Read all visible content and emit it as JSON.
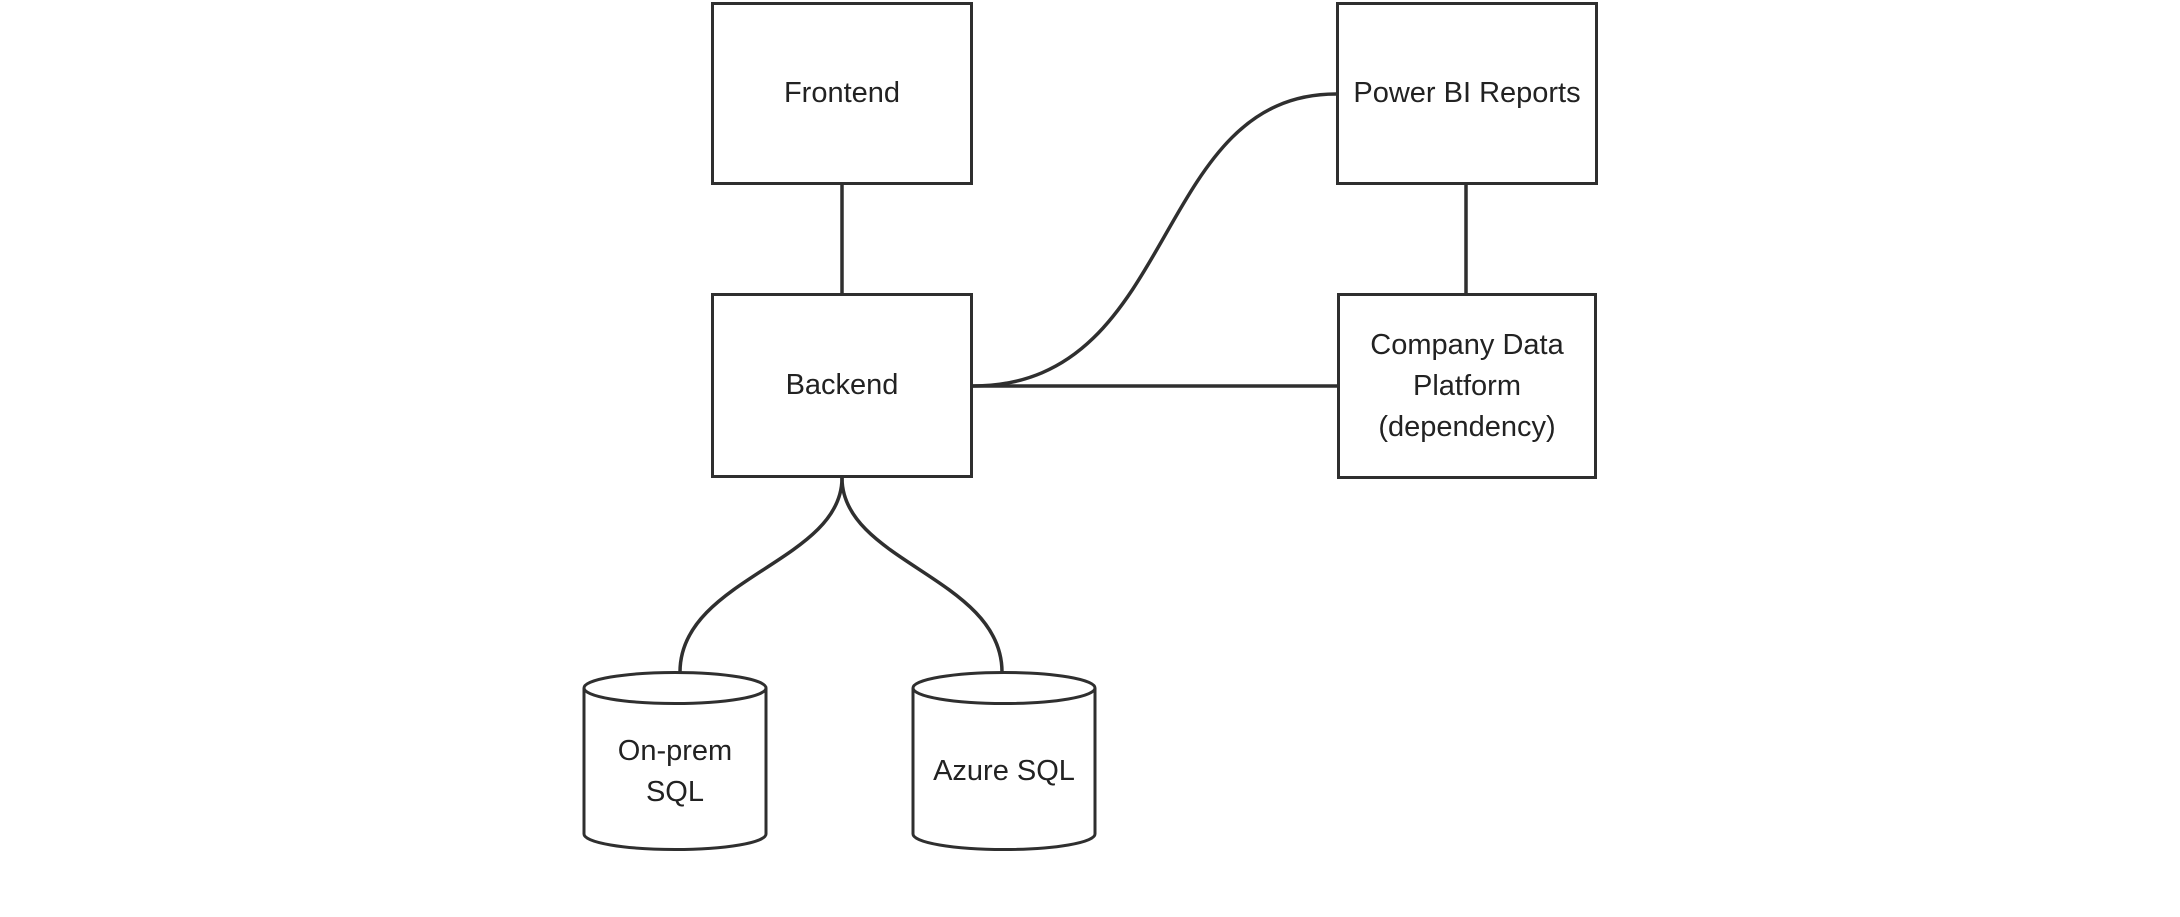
{
  "colors": {
    "background": "#ffffff",
    "stroke": "#2f2f2f",
    "text": "#222222",
    "node_fill": "#ffffff"
  },
  "nodes": {
    "frontend": {
      "label": "Frontend",
      "shape": "rectangle"
    },
    "backend": {
      "label": "Backend",
      "shape": "rectangle"
    },
    "power_bi": {
      "label": "Power BI Reports",
      "shape": "rectangle"
    },
    "cdp": {
      "line1": "Company Data",
      "line2": "Platform",
      "line3": "(dependency)",
      "shape": "rectangle"
    },
    "onprem": {
      "line1": "On-prem",
      "line2": "SQL",
      "shape": "cylinder"
    },
    "azure": {
      "label": "Azure SQL",
      "shape": "cylinder"
    }
  },
  "edges": [
    {
      "from": "Frontend",
      "to": "Backend",
      "style": "straight-vertical"
    },
    {
      "from": "Backend",
      "to": "Power BI Reports",
      "style": "s-curve"
    },
    {
      "from": "Backend",
      "to": "Company Data Platform (dependency)",
      "style": "straight-horizontal"
    },
    {
      "from": "Power BI Reports",
      "to": "Company Data Platform (dependency)",
      "style": "straight-vertical"
    },
    {
      "from": "Backend",
      "to": "On-prem SQL",
      "style": "s-curve"
    },
    {
      "from": "Backend",
      "to": "Azure SQL",
      "style": "s-curve"
    }
  ]
}
